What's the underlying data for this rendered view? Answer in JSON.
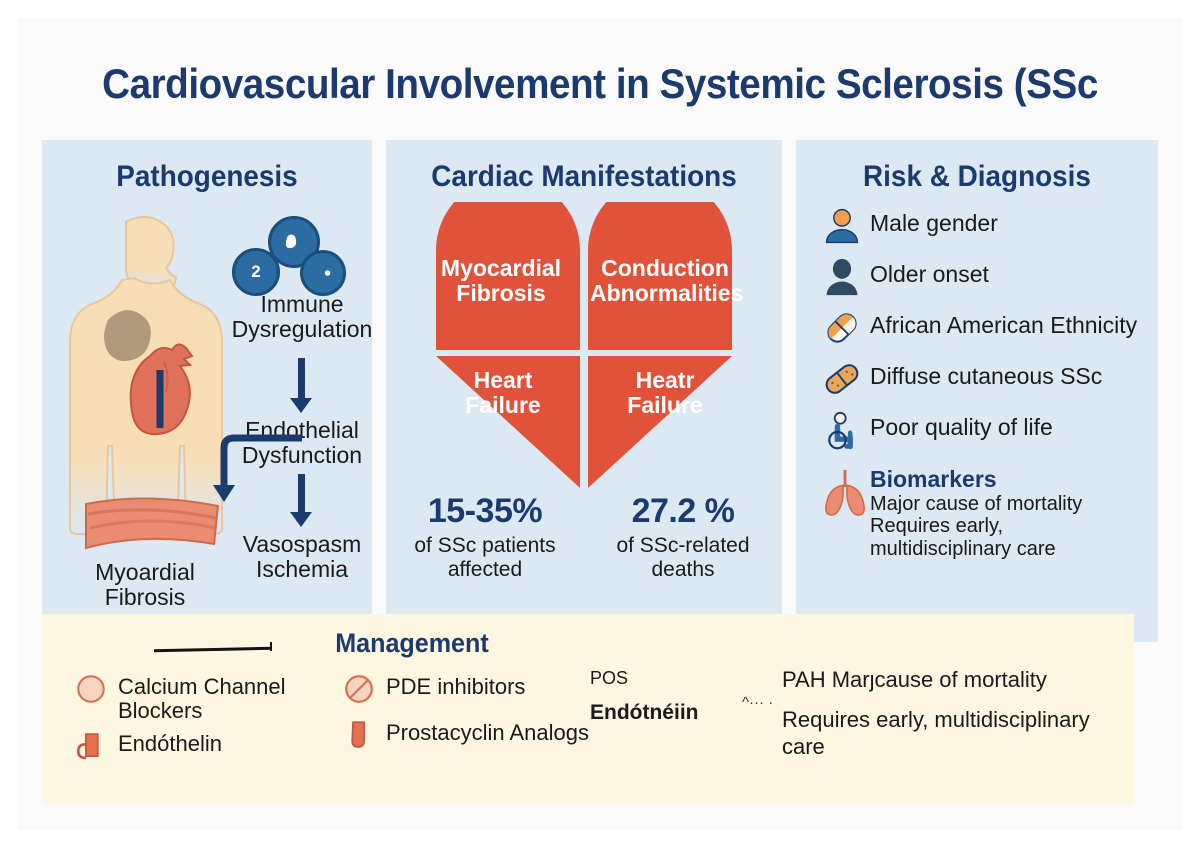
{
  "title": "Cardiovascular Involvement in Systemic Sclerosis (SSc",
  "colors": {
    "navy": "#1b3b6f",
    "panel_blue": "#dce8f2",
    "heart_red": "#e0533a",
    "cream": "#fdf6e0",
    "skin": "#f7ddb5",
    "cell_blue": "#2b6ca3"
  },
  "pathogenesis": {
    "heading": "Pathogenesis",
    "cell_labels": [
      "2",
      "",
      ""
    ],
    "steps": [
      {
        "label": "Immune\nDysregulation"
      },
      {
        "label": "Endothelial\nDysfunction"
      },
      {
        "label": "Vasospasm\nIschemia"
      }
    ],
    "immune": "Immune Dysregulation",
    "endothelial": "Endothelial Dysfunction",
    "vasospasm": "Vasospasm Ischemia",
    "myocardial": "Myoardial Fibrosis"
  },
  "cardiac": {
    "heading": "Cardiac Manifestations",
    "quadrants": [
      {
        "label": "Myocardial Fibrosis"
      },
      {
        "label": "Conduction Abnormalities"
      },
      {
        "label": "Heart Failure"
      },
      {
        "label": "Heatr Failure"
      }
    ],
    "stats": [
      {
        "number": "15-35%",
        "label": "of SSc patients affected"
      },
      {
        "number": "27.2 %",
        "label": "of SSc-related deaths"
      }
    ]
  },
  "risk": {
    "heading": "Risk & Diagnosis",
    "items": [
      {
        "icon": "person-orange-icon",
        "label": "Male gender"
      },
      {
        "icon": "person-dark-icon",
        "label": "Older onset"
      },
      {
        "icon": "ethnicity-pill-icon",
        "label": "African American Ethnicity"
      },
      {
        "icon": "bandage-icon",
        "label": "Diffuse cutaneous SSc"
      },
      {
        "icon": "wheelchair-icon",
        "label": "Poor quality of life"
      }
    ],
    "biomarkers": {
      "icon": "lungs-icon",
      "heading": "Biomarkers",
      "line1": "Major cause of mortality",
      "line2": "Requires early,",
      "line3": "multidisciplinary care"
    }
  },
  "management": {
    "heading": "Management",
    "col1": [
      {
        "icon": "pill-circle-icon",
        "label": "Calcium Channel Blockers"
      },
      {
        "icon": "endothelin-icon",
        "label": "Endóthelin"
      }
    ],
    "col2": [
      {
        "icon": "no-entry-icon",
        "label": "PDE inhibitors"
      },
      {
        "icon": "prostacyclin-icon",
        "label": "Prostacyclin Analogs"
      }
    ],
    "col3": {
      "line1": "POS",
      "line2": "Endótnéiin"
    },
    "col4": {
      "line1": "PAH Marȷcause of mortality",
      "line2": "Requires early, multidisciplinary care"
    }
  }
}
